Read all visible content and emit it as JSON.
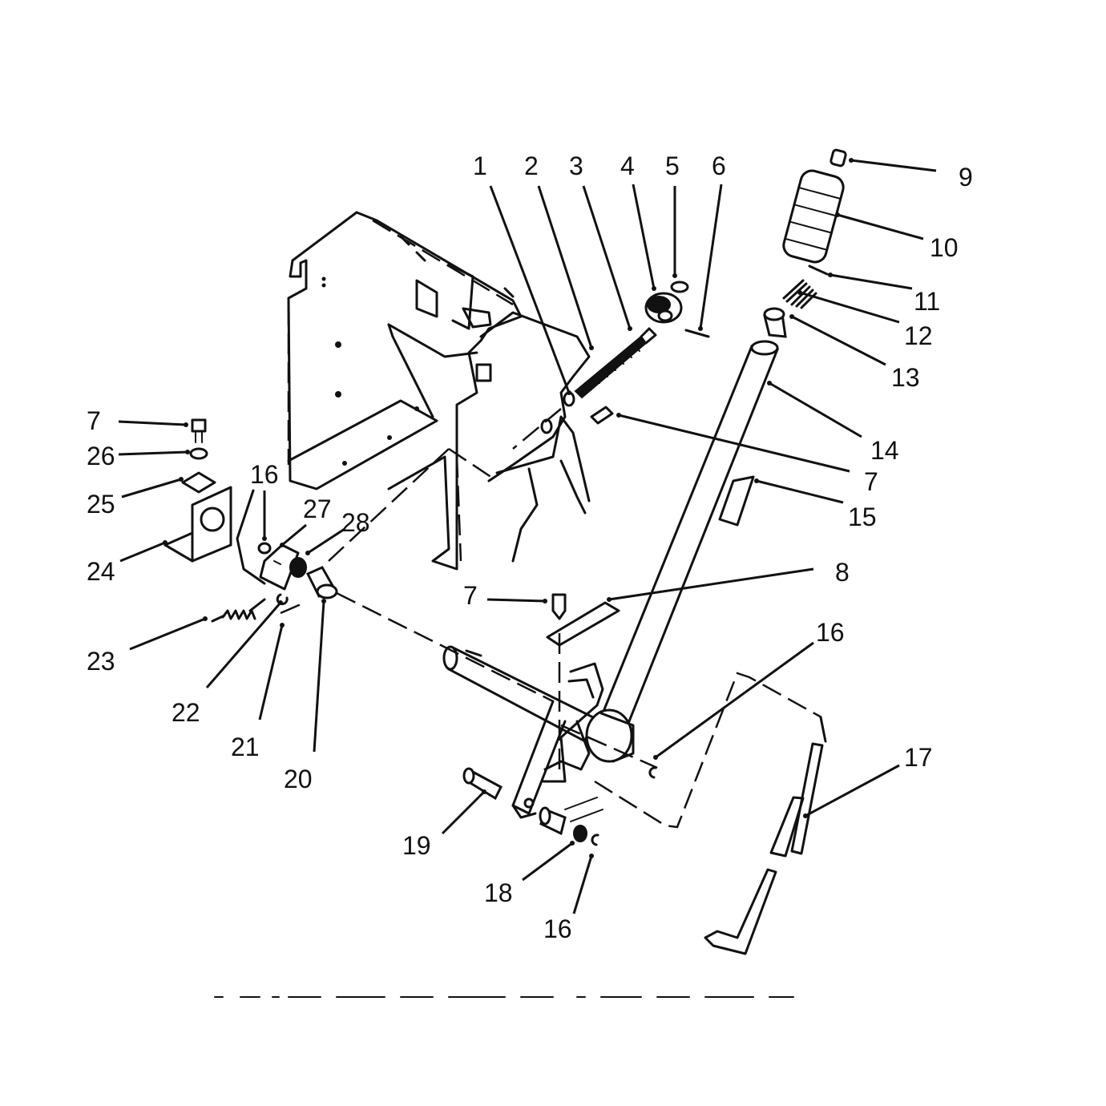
{
  "callouts": [
    {
      "id": "c1",
      "label": "1"
    },
    {
      "id": "c2",
      "label": "2"
    },
    {
      "id": "c3",
      "label": "3"
    },
    {
      "id": "c4",
      "label": "4"
    },
    {
      "id": "c5",
      "label": "5"
    },
    {
      "id": "c6",
      "label": "6"
    },
    {
      "id": "c9",
      "label": "9"
    },
    {
      "id": "c10",
      "label": "10"
    },
    {
      "id": "c11",
      "label": "11"
    },
    {
      "id": "c12",
      "label": "12"
    },
    {
      "id": "c13",
      "label": "13"
    },
    {
      "id": "c14",
      "label": "14"
    },
    {
      "id": "c7a",
      "label": "7"
    },
    {
      "id": "c15",
      "label": "15"
    },
    {
      "id": "c8",
      "label": "8"
    },
    {
      "id": "c16a",
      "label": "16"
    },
    {
      "id": "c17",
      "label": "17"
    },
    {
      "id": "c7b",
      "label": "7"
    },
    {
      "id": "c26",
      "label": "26"
    },
    {
      "id": "c25",
      "label": "25"
    },
    {
      "id": "c16b",
      "label": "16"
    },
    {
      "id": "c27",
      "label": "27"
    },
    {
      "id": "c28",
      "label": "28"
    },
    {
      "id": "c24",
      "label": "24"
    },
    {
      "id": "c7c",
      "label": "7"
    },
    {
      "id": "c23",
      "label": "23"
    },
    {
      "id": "c22",
      "label": "22"
    },
    {
      "id": "c21",
      "label": "21"
    },
    {
      "id": "c20",
      "label": "20"
    },
    {
      "id": "c19",
      "label": "19"
    },
    {
      "id": "c18",
      "label": "18"
    },
    {
      "id": "c16c",
      "label": "16"
    }
  ]
}
